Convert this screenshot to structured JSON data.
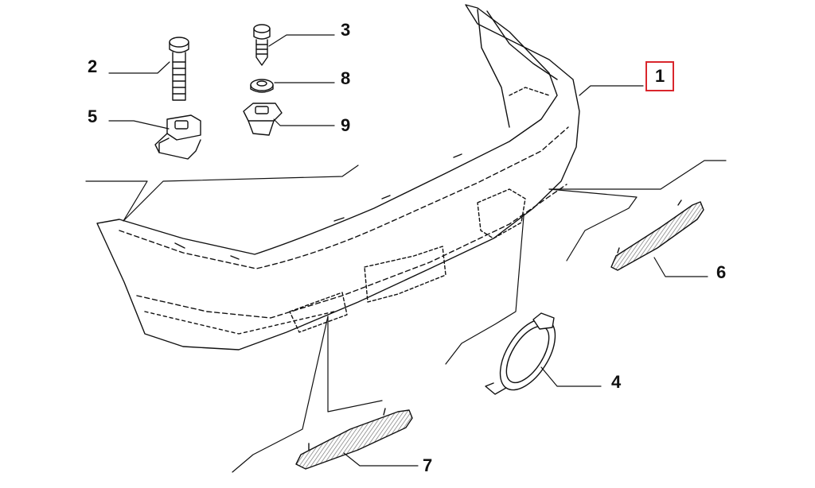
{
  "colors": {
    "line": "#111111",
    "highlight_box": "#d9262c",
    "background": "#ffffff"
  },
  "callouts": [
    {
      "id": "1",
      "label": "1",
      "part": "rear-bumper",
      "highlighted": true
    },
    {
      "id": "2",
      "label": "2",
      "part": "long-bolt"
    },
    {
      "id": "3",
      "label": "3",
      "part": "screw"
    },
    {
      "id": "4",
      "label": "4",
      "part": "tow-hook-cover"
    },
    {
      "id": "5",
      "label": "5",
      "part": "mounting-bracket"
    },
    {
      "id": "6",
      "label": "6",
      "part": "right-reflector"
    },
    {
      "id": "7",
      "label": "7",
      "part": "left-reflector"
    },
    {
      "id": "8",
      "label": "8",
      "part": "washer"
    },
    {
      "id": "9",
      "label": "9",
      "part": "clip-nut"
    }
  ]
}
